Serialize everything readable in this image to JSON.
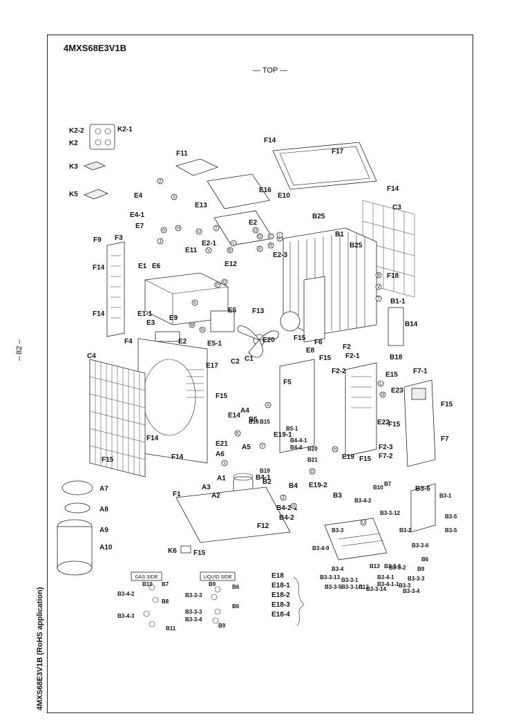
{
  "header": {
    "model": "4MXS68E3V1B",
    "top_label": "— TOP —"
  },
  "margin": {
    "page_number": "– 82 –",
    "caption": "4MXS68E3V1B (RoHS application)"
  },
  "boxes": {
    "gas_side": "GAS SIDE",
    "liquid_side": "LIQUID SIDE"
  },
  "part_labels": {
    "K2-2": "K2-2",
    "K2-1": "K2-1",
    "K2": "K2",
    "K3": "K3",
    "K5": "K5",
    "K6": "K6",
    "F1": "F1",
    "F2": "F2",
    "F2-1": "F2-1",
    "F2-2": "F2-2",
    "F2-3": "F2-3",
    "F3": "F3",
    "F4": "F4",
    "F5": "F5",
    "F6": "F6",
    "F7": "F7",
    "F7-1": "F7-1",
    "F7-2": "F7-2",
    "F9": "F9",
    "F11": "F11",
    "F12": "F12",
    "F13": "F13",
    "F14a": "F14",
    "F14b": "F14",
    "F14c": "F14",
    "F14d": "F14",
    "F14e": "F14",
    "F14f": "F14",
    "F15a": "F15",
    "F15b": "F15",
    "F15c": "F15",
    "F15d": "F15",
    "F15e": "F15",
    "F15f": "F15",
    "F15g": "F15",
    "F15h": "F15",
    "F17": "F17",
    "F18": "F18",
    "E1": "E1",
    "E1-1": "E1-1",
    "E2": "E2",
    "E2a": "E2",
    "E2-1": "E2-1",
    "E2-3": "E2-3",
    "E3": "E3",
    "E4": "E4",
    "E4-1": "E4-1",
    "E5": "E5",
    "E5-1": "E5-1",
    "E6": "E6",
    "E7": "E7",
    "E8": "E8",
    "E9": "E9",
    "E10": "E10",
    "E11": "E11",
    "E12": "E12",
    "E13": "E13",
    "E14": "E14",
    "E15": "E15",
    "E16": "E16",
    "E17": "E17",
    "E18": "E18",
    "E18-1": "E18-1",
    "E18-2": "E18-2",
    "E18-3": "E18-3",
    "E18-4": "E18-4",
    "E19": "E19",
    "E19-1": "E19-1",
    "E19-2": "E19-2",
    "E20": "E20",
    "E21": "E21",
    "E22": "E22",
    "E23": "E23",
    "C1": "C1",
    "C2": "C2",
    "C3": "C3",
    "C4": "C4",
    "A1": "A1",
    "A2": "A2",
    "A3": "A3",
    "A4": "A4",
    "A5": "A5",
    "A6": "A6",
    "A7": "A7",
    "A8": "A8",
    "A9": "A9",
    "A10": "A10",
    "B1": "B1",
    "B1-1": "B1-1",
    "B2": "B2",
    "B3": "B3",
    "B3-1": "B3-1",
    "B3-2": "B3-2",
    "B3-3": "B3-3",
    "B3-3-1": "B3-3-1",
    "B3-3-1-1": "B3-3-1-1",
    "B3-3-2": "B3-3-2",
    "B3-3-3": "B3-3-3",
    "B3-3-5": "B3-3-5",
    "B3-3-6": "B3-3-6",
    "B3-3-6b": "B3-3-6",
    "B3-3-12": "B3-3-12",
    "B3-3-13": "B3-3-13",
    "B3-3-14": "B3-3-14",
    "B3-4": "B3-4",
    "B3-4-1": "B3-4-1",
    "B3-4-1-1": "B3-4-1-1",
    "B3-4-2": "B3-4-2",
    "B3-4-9": "B3-4-9",
    "B3-5a": "B3-5",
    "B3-5b": "B3-5",
    "B3-6": "B3-6",
    "B3-3b": "B3-3",
    "B3-3-4b": "B3-3-4",
    "B4": "B4",
    "B4-1": "B4-1",
    "B4-2": "B4-2",
    "B4-2-1": "B4-2-1",
    "B4-4": "B4-4",
    "B4-4-1": "B4-4-1",
    "B5": "B5",
    "B5-1": "B5-1",
    "B6": "B6",
    "B7": "B7",
    "B9": "B9",
    "B10": "B10",
    "B12": "B12",
    "B13": "B13",
    "B14": "B14",
    "B15": "B15",
    "B16": "B16",
    "B18": "B18",
    "B19": "B19",
    "B20": "B20",
    "B21": "B21",
    "B25a": "B25",
    "B25b": "B25",
    "g_B10": "B10",
    "g_B7": "B7",
    "g_B3-4-2": "B3-4-2",
    "g_B8": "B8",
    "g_B3-4-3": "B3-4-3",
    "g_B11": "B11",
    "l_B9": "B9",
    "l_B6": "B6",
    "l_B3-3-3": "B3-3-3",
    "l_B6b": "B6",
    "l_B3-3-3b": "B3-3-3",
    "l_B3-3-4": "B3-3-4",
    "l_B9b": "B9"
  },
  "markers": [
    "Z",
    "S",
    "G",
    "H",
    "U",
    "T",
    "V",
    "B",
    "L",
    "O",
    "J",
    "K",
    "R",
    "C",
    "D",
    "E",
    "F",
    "I",
    "M",
    "N",
    "P",
    "Q",
    "X",
    "Y"
  ]
}
